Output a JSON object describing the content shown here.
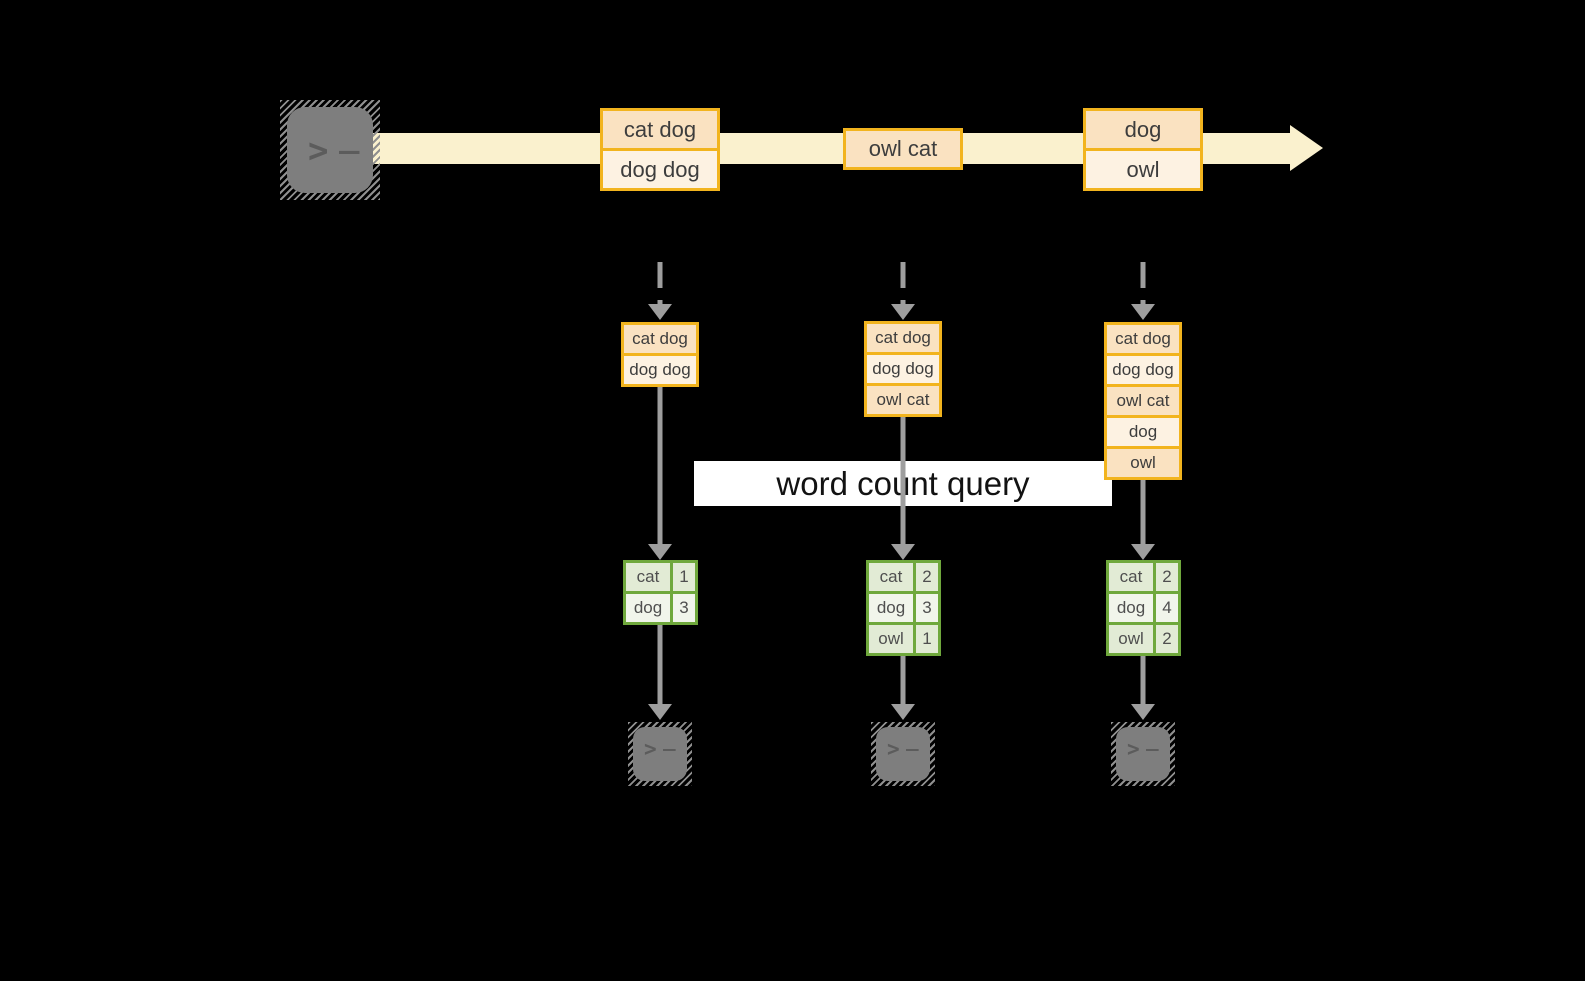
{
  "colors": {
    "orange_border": "#F2B41E",
    "fill_dark": "#FAE2C1",
    "fill_light": "#FDF2E2",
    "stream_fill": "#FAF1CE",
    "green_border": "#6FA83C",
    "green_fill_dark": "#E2EBD5",
    "green_fill_light": "#F1F5EB",
    "arrow_gray": "#9E9E9E",
    "terminal_fill": "#7E7E7E",
    "glyph_gray": "#5C5C5C",
    "banner_bg": "#FFFFFF",
    "banner_text": "#121212",
    "text_dark": "#3D3D3D",
    "text_green": "#4F4F4F"
  },
  "terminal": {
    "prompt_chevron": ">",
    "prompt_cursor": "_"
  },
  "stream": {
    "events": [
      {
        "lines": [
          "cat dog",
          "dog dog"
        ]
      },
      {
        "lines": [
          "owl cat"
        ]
      },
      {
        "lines": [
          "dog",
          "owl"
        ]
      }
    ]
  },
  "query_banner": {
    "label": "word count query"
  },
  "columns": [
    {
      "buffer": [
        "cat dog",
        "dog dog"
      ],
      "counts": [
        {
          "word": "cat",
          "count": "1"
        },
        {
          "word": "dog",
          "count": "3"
        }
      ]
    },
    {
      "buffer": [
        "cat dog",
        "dog dog",
        "owl cat"
      ],
      "counts": [
        {
          "word": "cat",
          "count": "2"
        },
        {
          "word": "dog",
          "count": "3"
        },
        {
          "word": "owl",
          "count": "1"
        }
      ]
    },
    {
      "buffer": [
        "cat dog",
        "dog dog",
        "owl cat",
        "dog",
        "owl"
      ],
      "counts": [
        {
          "word": "cat",
          "count": "2"
        },
        {
          "word": "dog",
          "count": "4"
        },
        {
          "word": "owl",
          "count": "2"
        }
      ]
    }
  ]
}
